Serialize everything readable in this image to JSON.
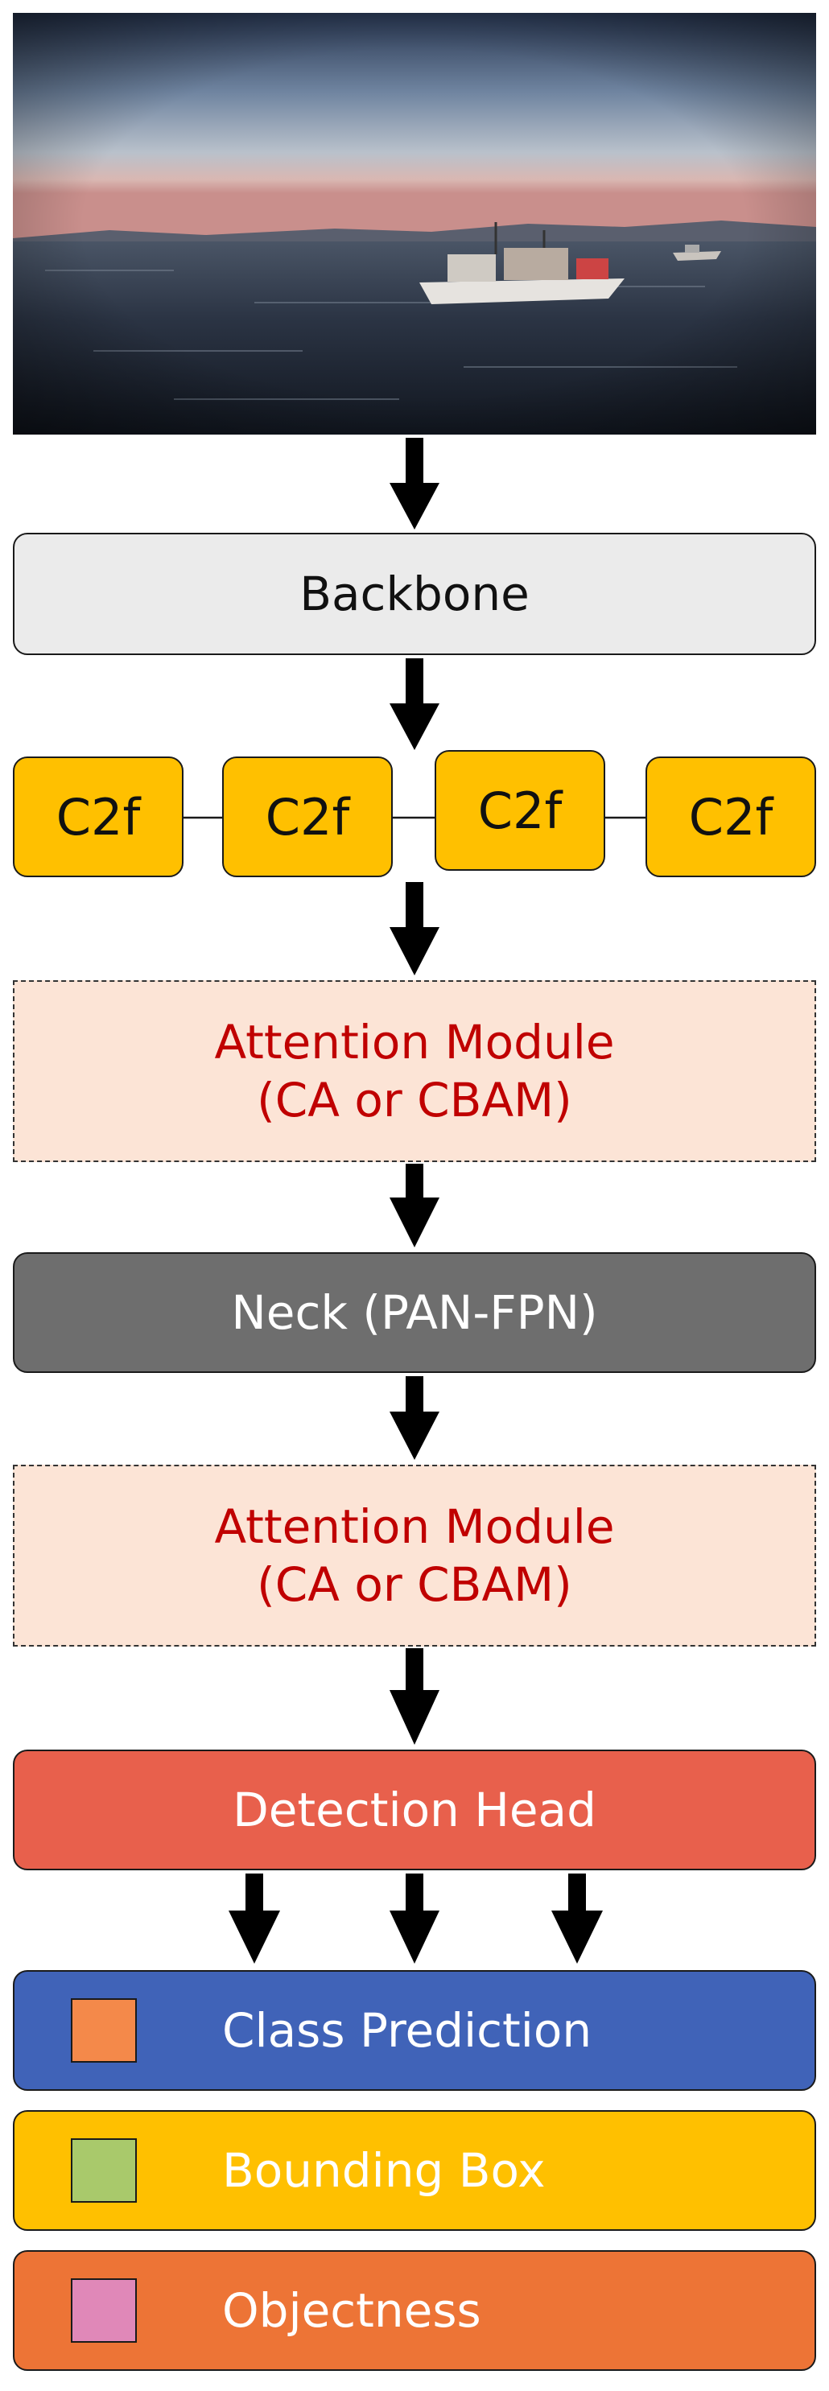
{
  "photo": {
    "description_icon": "image"
  },
  "backbone": {
    "label": "Backbone"
  },
  "c2f_blocks": [
    "C2f",
    "C2f",
    "C2f",
    "C2f"
  ],
  "attention_1": {
    "line1": "Attention Module",
    "line2": "(CA or CBAM)"
  },
  "neck": {
    "label": "Neck (PAN-FPN)"
  },
  "attention_2": {
    "line1": "Attention Module",
    "line2": "(CA or CBAM)"
  },
  "detection_head": {
    "label": "Detection Head"
  },
  "outputs": [
    {
      "label": "Class Prediction",
      "color": "#4063b8",
      "swatch": "#f4894a"
    },
    {
      "label": "Bounding Box",
      "color": "#ffc000",
      "swatch": "#a9c96b"
    },
    {
      "label": "Objectness",
      "color": "#ed7436",
      "swatch": "#e088b8"
    }
  ],
  "colors": {
    "attention_text": "#c00000",
    "attention_fill": "#fce4d6",
    "c2f_fill": "#ffc000",
    "neck_fill": "#6e6e6e",
    "head_fill": "#e8604c"
  }
}
